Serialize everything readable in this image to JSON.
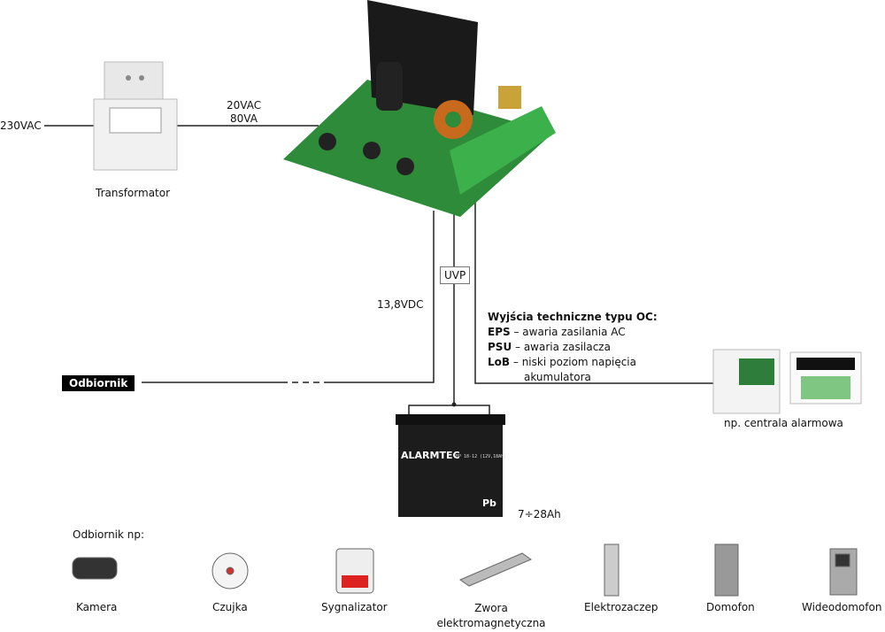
{
  "labels": {
    "input_voltage": "230VAC",
    "transformer_output_voltage": "20VAC",
    "transformer_output_power": "80VA",
    "transformer": "Transformator",
    "output_voltage": "13,8VDC",
    "uvp": "UVP",
    "receiver": "Odbiornik",
    "battery_capacity": "7÷28Ah",
    "alarm_panel": "np. centrala alarmowa",
    "receivers_examples": "Odbiornik np:"
  },
  "oc_outputs": {
    "title": "Wyjścia techniczne typu OC:",
    "items": [
      {
        "code": "EPS",
        "desc": "– awaria zasilania AC"
      },
      {
        "code": "PSU",
        "desc": "– awaria zasilacza"
      },
      {
        "code": "LoB",
        "desc": "– niski poziom napięcia"
      }
    ],
    "continuation": "akumulatora"
  },
  "battery": {
    "brand": "ALARMTEC",
    "model": "BP 18-12 (12V,18Ah)",
    "chem": "Pb"
  },
  "devices": [
    {
      "label": "Kamera",
      "icon": "camera-icon"
    },
    {
      "label": "Czujka",
      "icon": "smoke-detector-icon"
    },
    {
      "label": "Sygnalizator",
      "icon": "siren-icon"
    },
    {
      "label": "Zwora\nelektromagnetyczna",
      "icon": "magnetic-lock-icon"
    },
    {
      "label": "Elektrozaczep",
      "icon": "electric-strike-icon"
    },
    {
      "label": "Domofon",
      "icon": "intercom-icon"
    },
    {
      "label": "Wideodomofon",
      "icon": "video-intercom-icon"
    }
  ],
  "colors": {
    "pcb": "#2e8b3a",
    "terminal": "#3cb04a",
    "heatsink": "#1a1a1a",
    "battery": "#1c1c1c"
  }
}
